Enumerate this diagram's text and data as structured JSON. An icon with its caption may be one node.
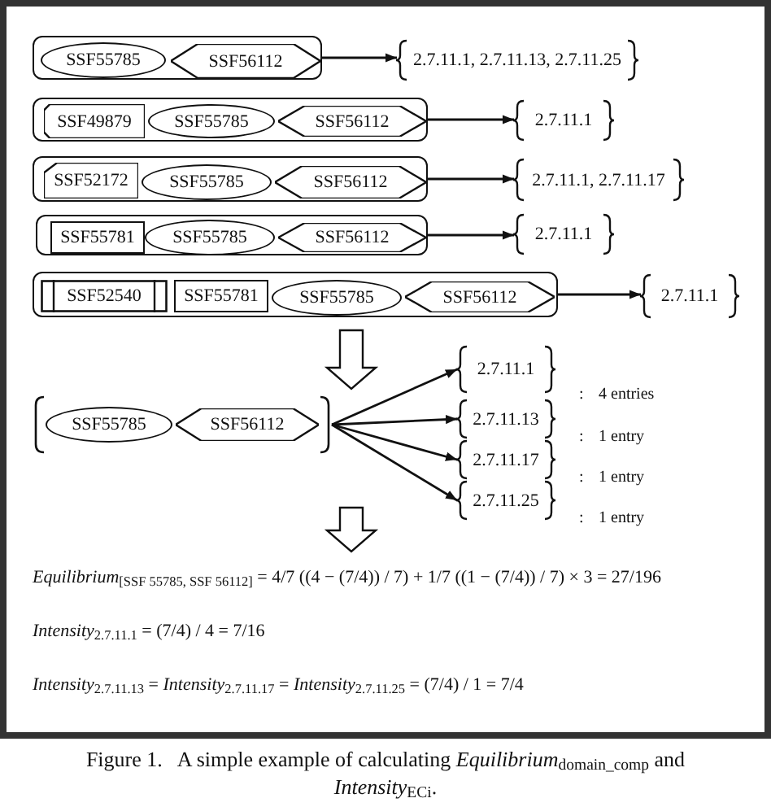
{
  "diagram": {
    "caption": "Figure 1.   A simple example of calculating *Equilibrium*$_{domain_comp}$ and *Intensity*$_{ECi}$.",
    "nodes": [
      {
        "text": [],
        "shape": "box"
      },
      {
        "text": [
          "SSF55785"
        ],
        "in": 0
      },
      {
        "text": [
          "SSF56112"
        ],
        "in": 0
      },
      {
        "text": [
          "2.7.11.1, 2.7.11.13, 2.7.11.25"
        ]
      },
      {
        "text": [],
        "shape": "box"
      },
      {
        "text": [
          "SSF49879"
        ],
        "in": 4
      },
      {
        "text": [
          "SSF55785"
        ],
        "in": 4
      },
      {
        "text": [
          "SSF56112"
        ],
        "in": 4
      },
      {
        "text": [
          "2.7.11.1"
        ]
      },
      {
        "text": [],
        "shape": "box"
      },
      {
        "text": [
          "SSF52172"
        ],
        "in": 9
      },
      {
        "text": [
          "SSF55785"
        ],
        "in": 9
      },
      {
        "text": [
          "SSF56112"
        ],
        "in": 9
      },
      {
        "text": [
          "2.7.11.1, 2.7.11.17"
        ]
      },
      {
        "text": [],
        "shape": "box"
      },
      {
        "text": [
          "SSF55781"
        ],
        "in": 14
      },
      {
        "text": [
          "SSF55785"
        ],
        "in": 14
      },
      {
        "text": [
          "SSF56112"
        ],
        "in": 14
      },
      {
        "text": [
          "2.7.11.1"
        ]
      },
      {
        "text": [],
        "shape": "box"
      },
      {
        "text": [
          "SSF52540"
        ],
        "in": 19
      },
      {
        "text": [
          "SSF55781"
        ],
        "in": 19
      },
      {
        "text": [
          "SSF55785"
        ],
        "in": 19
      },
      {
        "text": [
          "SSF56112"
        ],
        "in": 19
      },
      {
        "text": [
          "2.7.11.1"
        ]
      },
      {
        "text": [],
        "shape": "bracket"
      },
      {
        "text": [
          "SSF55785"
        ],
        "in": 25
      },
      {
        "text": [
          "SSF56112"
        ],
        "in": 25
      },
      {
        "text": [
          "2.7.11.1"
        ],
        "beside": [
          ":",
          "4 entries"
        ]
      },
      {
        "text": [
          "2.7.11.13"
        ],
        "beside": [
          ":",
          "1 entry"
        ]
      },
      {
        "text": [
          "2.7.11.17"
        ],
        "beside": [
          ":",
          "1 entry"
        ]
      },
      {
        "text": [
          "2.7.11.25"
        ],
        "beside": [
          ":",
          "1 entry"
        ]
      }
    ],
    "edges": [
      {
        "from": 0,
        "to": 3,
        "arrow": "to"
      },
      {
        "from": 4,
        "to": 8,
        "arrow": "to"
      },
      {
        "from": 9,
        "to": 13,
        "arrow": "to"
      },
      {
        "from": 14,
        "to": 18,
        "arrow": "to"
      },
      {
        "from": 19,
        "to": 24,
        "arrow": "to"
      },
      {
        "from": 19,
        "to": 25,
        "arrow": "to",
        "style": "thick"
      },
      {
        "from": 25,
        "to": 28,
        "arrow": "to"
      },
      {
        "from": 25,
        "to": 29,
        "arrow": "to"
      },
      {
        "from": 25,
        "to": 30,
        "arrow": "to"
      },
      {
        "from": 25,
        "to": 31,
        "arrow": "to"
      }
    ],
    "labels": [
      "*Equilibrium*$_{[SSF 55785, SSF 56112]}$ = 4/7 ((4 − (7/4)) / 7) + 1/7 ((1 − (7/4)) / 7) × 3 = 27/196",
      "*Intensity*$_{2.7.11.1}$ = (7/4) / 4 = 7/16",
      "*Intensity*$_{2.7.11.13}$ = *Intensity*$_{2.7.11.17}$ = *Intensity*$_{2.7.11.25}$ = (7/4) / 1 = 7/4"
    ]
  }
}
